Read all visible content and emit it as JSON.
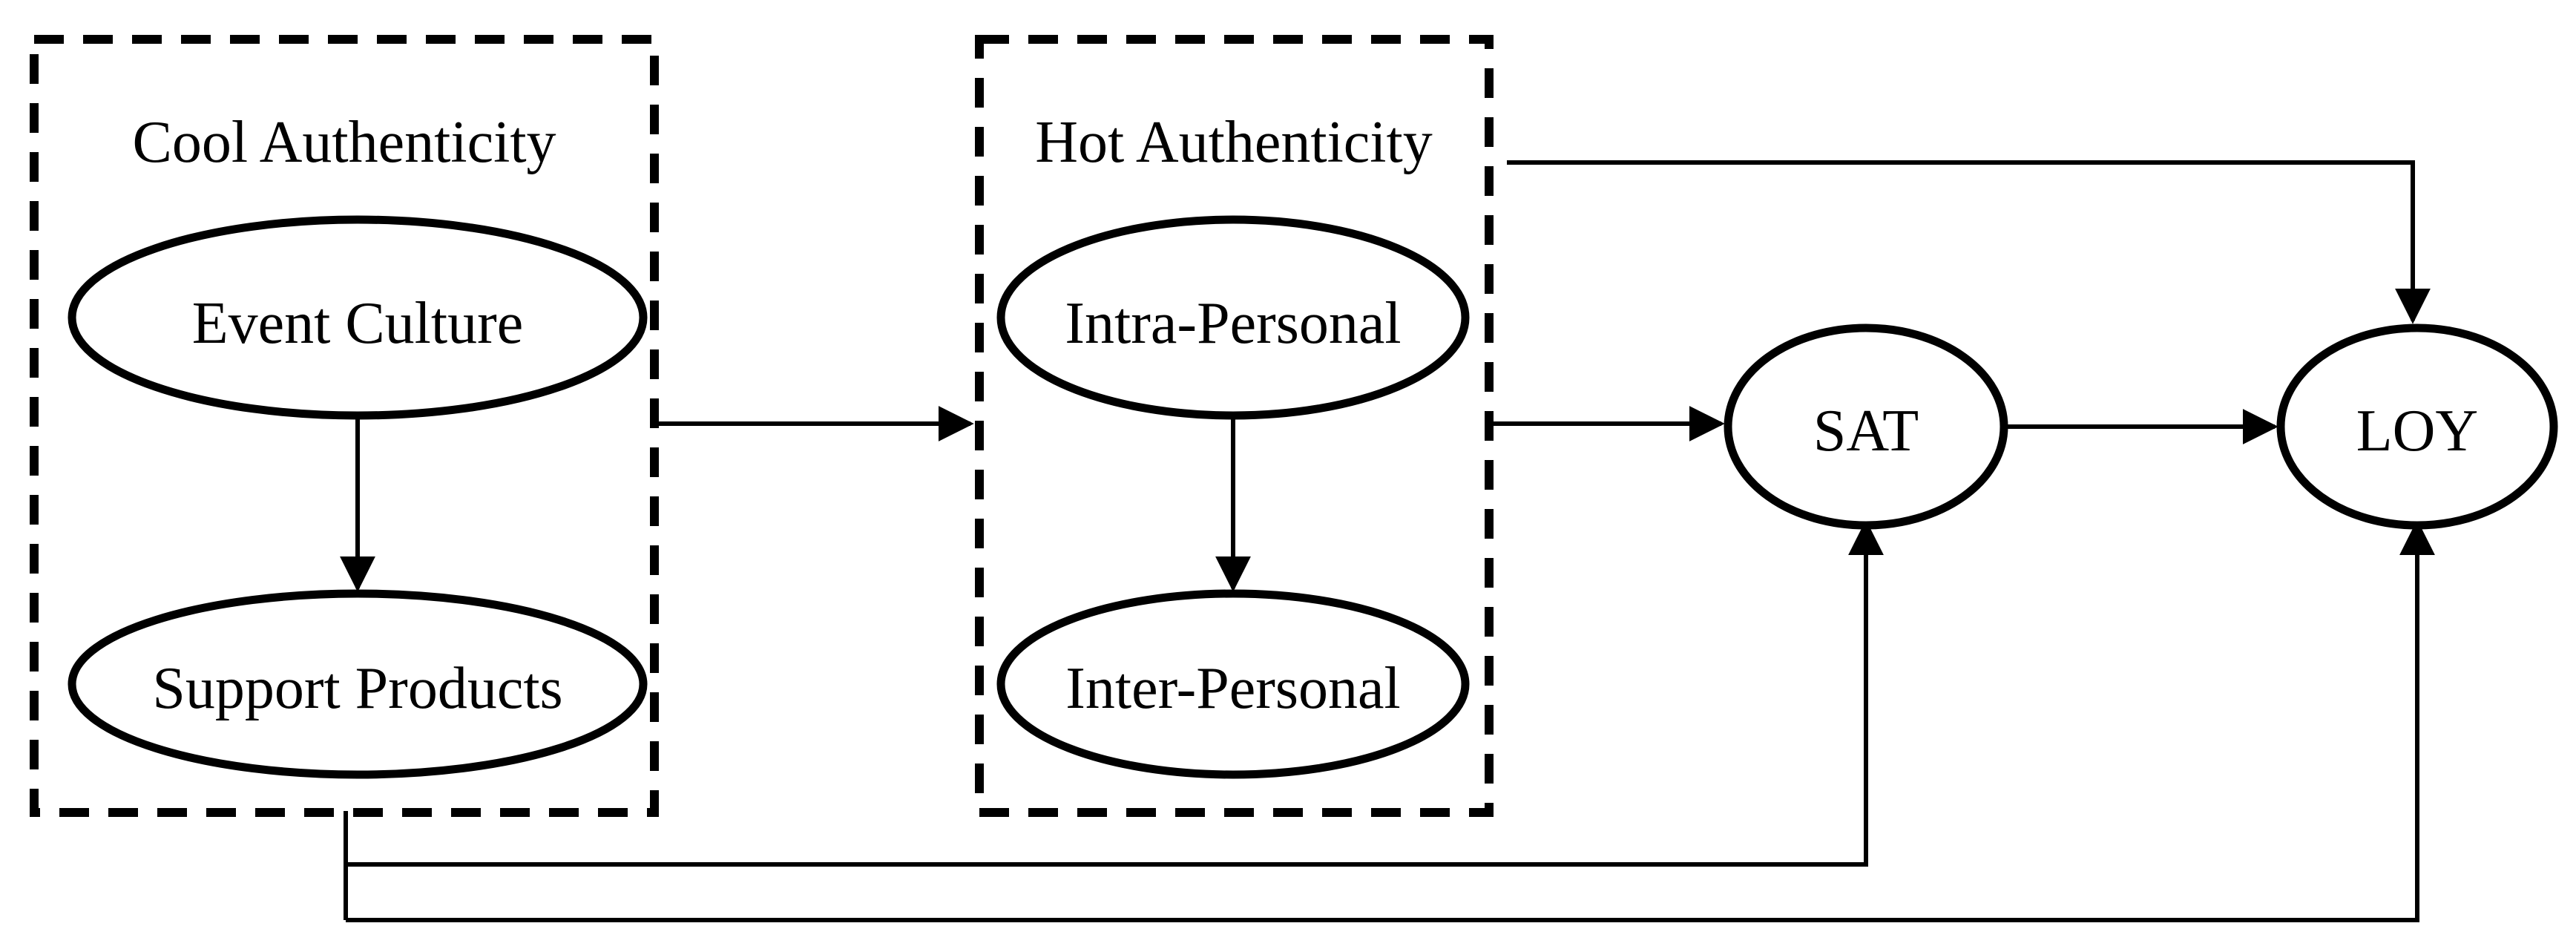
{
  "figure": {
    "type": "path-model-diagram",
    "colors": {
      "ink": "#000000",
      "background": "#ffffff"
    },
    "groups": {
      "cool": {
        "label": "Cool Authenticity"
      },
      "hot": {
        "label": "Hot Authenticity"
      }
    },
    "nodes": {
      "event_culture": {
        "label": "Event Culture"
      },
      "support_products": {
        "label": "Support Products"
      },
      "intra_personal": {
        "label": "Intra-Personal"
      },
      "inter_personal": {
        "label": "Inter-Personal"
      },
      "sat": {
        "label": "SAT"
      },
      "loy": {
        "label": "LOY"
      }
    },
    "edges": [
      {
        "from": "Event Culture",
        "to": "Support Products",
        "style": "arrow"
      },
      {
        "from": "Intra-Personal",
        "to": "Inter-Personal",
        "style": "arrow"
      },
      {
        "from": "Cool Authenticity",
        "to": "Hot Authenticity",
        "style": "arrow"
      },
      {
        "from": "Hot Authenticity",
        "to": "SAT",
        "style": "arrow"
      },
      {
        "from": "SAT",
        "to": "LOY",
        "style": "arrow"
      },
      {
        "from": "Hot Authenticity",
        "to": "LOY",
        "style": "arrow-top-route"
      },
      {
        "from": "Cool Authenticity",
        "to": "SAT",
        "style": "arrow-bottom-route"
      },
      {
        "from": "Cool Authenticity",
        "to": "LOY",
        "style": "arrow-bottom-route"
      }
    ]
  }
}
